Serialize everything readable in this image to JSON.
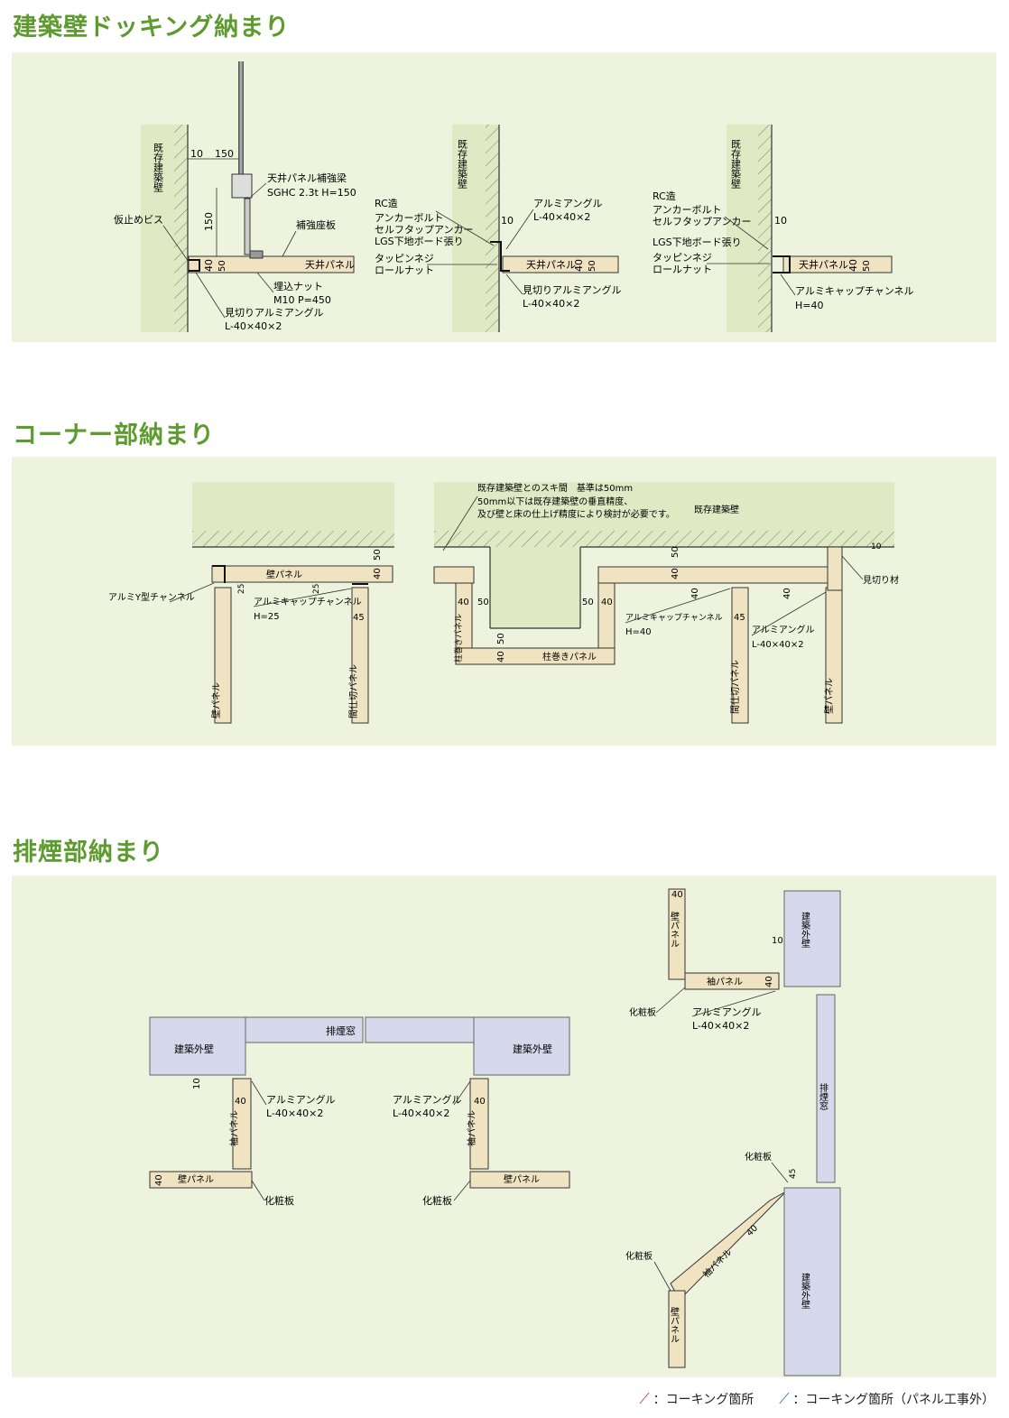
{
  "sections": [
    {
      "title": "建築壁ドッキング納まり"
    },
    {
      "title": "コーナー部納まり"
    },
    {
      "title": "排煙部納まり"
    }
  ],
  "d1": {
    "wall_label": "既存建築壁",
    "dim_10": "10",
    "dim_150": "150",
    "dim_150v": "150",
    "dim_40": "40",
    "dim_50": "50",
    "beam_label": "天井パネル補強梁",
    "beam_spec": "SGHC 2.3t H=150",
    "screw_label": "仮止めビス",
    "plate_label": "補強座板",
    "ceiling_panel": "天井パネル",
    "nut_label": "埋込ナット",
    "nut_spec": "M10 P=450",
    "angle_label": "見切りアルミアングル",
    "angle_spec": "L-40×40×2"
  },
  "d2": {
    "wall_label": "既存建築壁",
    "rc": "RC造",
    "anchor": "アンカーボルト",
    "selftap": "セルフタップアンカー",
    "lgs": "LGS下地ボード張り",
    "tapping": "タッピンネジ",
    "roll": "ロールナット",
    "al_angle": "アルミアングル",
    "al_spec": "L-40×40×2",
    "dim_10": "10",
    "ceiling_panel": "天井パネル",
    "dim_40": "40",
    "dim_50": "50",
    "mikiri": "見切りアルミアングル",
    "mikiri_spec": "L-40×40×2"
  },
  "d3": {
    "wall_label": "既存建築壁",
    "rc": "RC造",
    "anchor": "アンカーボルト",
    "selftap": "セルフタップアンカー",
    "lgs": "LGS下地ボード張り",
    "tapping": "タッピンネジ",
    "roll": "ロールナット",
    "dim_10": "10",
    "ceiling_panel": "天井パネル",
    "dim_40": "40",
    "dim_50": "50",
    "cap": "アルミキャップチャンネル",
    "cap_spec": "H=40"
  },
  "c1": {
    "wall_panel": "壁パネル",
    "dim_50": "50",
    "dim_40": "40",
    "y_channel": "アルミY型チャンネル",
    "dim_25a": "25",
    "dim_25b": "25",
    "cap": "アルミキャップチャンネル",
    "cap_spec": "H=25",
    "dim_45": "45",
    "wall_panel_v": "壁パネル",
    "partition": "間仕切パネル"
  },
  "c2": {
    "gap_note1": "既存建築壁とのスキ間　基準は50mm",
    "gap_note2": "50mm以下は既存建築壁の垂直精度、",
    "gap_note3": "及び壁と床の仕上げ精度により検討が必要です。",
    "wall_label": "既存建築壁",
    "dim_50a": "50",
    "dim_40a": "40",
    "dim_10": "10",
    "mikiri": "見切り材",
    "dim_40b": "40",
    "dim_50b": "50",
    "dim_50c": "50",
    "dim_40c": "40",
    "col_panel_v": "柱巻きパネル",
    "dim_40d": "40",
    "dim_50d": "50",
    "col_panel_h": "柱巻きパネル",
    "cap": "アルミキャップチャンネル",
    "cap_spec": "H=40",
    "dim_40e": "40",
    "dim_40f": "40",
    "dim_45": "45",
    "al_angle": "アルミアングル",
    "al_spec": "L-40×40×2",
    "partition": "間仕切パネル",
    "wall_panel_v": "壁パネル"
  },
  "s1": {
    "ext_wall": "建築外壁",
    "smoke_window": "排煙窓",
    "dim_10": "10",
    "dim_40": "40",
    "al_angle": "アルミアングル",
    "al_spec": "L-40×40×2",
    "sode": "袖パネル",
    "dim_40b": "40",
    "wall_panel": "壁パネル",
    "kesho": "化粧板"
  },
  "s2": {
    "ext_wall": "建築外壁",
    "al_angle": "アルミアングル",
    "al_spec": "L-40×40×2",
    "dim_40": "40",
    "sode": "袖パネル",
    "wall_panel": "壁パネル",
    "kesho": "化粧板"
  },
  "s3": {
    "dim_40a": "40",
    "wall_panel_top": "壁パネル",
    "ext_wall_top": "建築外壁",
    "dim_10": "10",
    "sode_top": "袖パネル",
    "dim_40b": "40",
    "kesho_a": "化粧板",
    "al_angle": "アルミアングル",
    "al_spec": "L-40×40×2",
    "smoke_window": "排煙窓",
    "kesho_b": "化粧板",
    "dim_45": "45",
    "dim_40c": "40",
    "sode_diag": "袖パネル",
    "kesho_c": "化粧板",
    "ext_wall_bottom": "建築外壁",
    "wall_panel_bottom": "壁パネル"
  },
  "legend": {
    "caulk": "：コーキング箇所",
    "caulk_panel": "：コーキング箇所（パネル工事外）",
    "color_red": "#c0392b",
    "color_blue": "#2f6fb5"
  },
  "colors": {
    "panel_bg": "#edf3dc",
    "green_wall": "#dfe9c4",
    "panel_fill": "#efe3c1",
    "ext_wall_fill": "#d6d9ec",
    "title": "#5e9b2f"
  }
}
